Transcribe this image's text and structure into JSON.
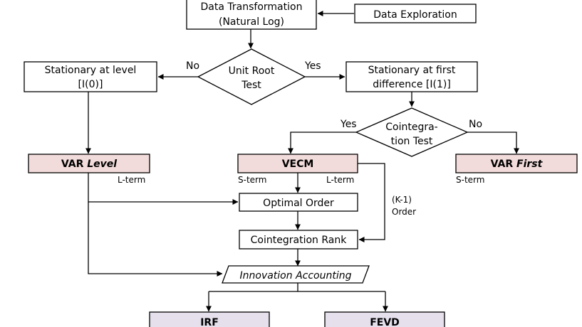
{
  "nodes": {
    "data_transformation": {
      "line1": "Data Transformation",
      "line2": "(Natural Log)"
    },
    "data_exploration": {
      "label": "Data Exploration"
    },
    "unit_root_test": {
      "line1": "Unit Root",
      "line2": "Test"
    },
    "stationary_level": {
      "line1": "Stationary at level",
      "line2": "[I(0)]"
    },
    "stationary_first": {
      "line1": "Stationary at first",
      "line2": "difference [I(1)]"
    },
    "cointegration_test": {
      "line1": "Cointegra-",
      "line2": "tion Test"
    },
    "var_level": {
      "prefix": "VAR ",
      "emph": "Level"
    },
    "vecm": {
      "label": "VECM"
    },
    "var_first": {
      "prefix": "VAR ",
      "emph": "First"
    },
    "optimal_order": {
      "label": "Optimal Order"
    },
    "cointegration_rank": {
      "label": "Cointegration Rank"
    },
    "innovation_accounting": {
      "label": "Innovation Accounting"
    },
    "irf": {
      "label": "IRF"
    },
    "fevd": {
      "label": "FEVD"
    }
  },
  "edge_labels": {
    "unit_root_no": "No",
    "unit_root_yes": "Yes",
    "coint_yes": "Yes",
    "coint_no": "No",
    "var_level_lterm": "L-term",
    "vecm_sterm": "S-term",
    "vecm_lterm": "L-term",
    "var_first_sterm": "S-term",
    "k1_line1": "(K-1)",
    "k1_line2": "Order"
  },
  "colors": {
    "var_fill": "#f2dcdb",
    "result_fill": "#e5e0ec"
  }
}
